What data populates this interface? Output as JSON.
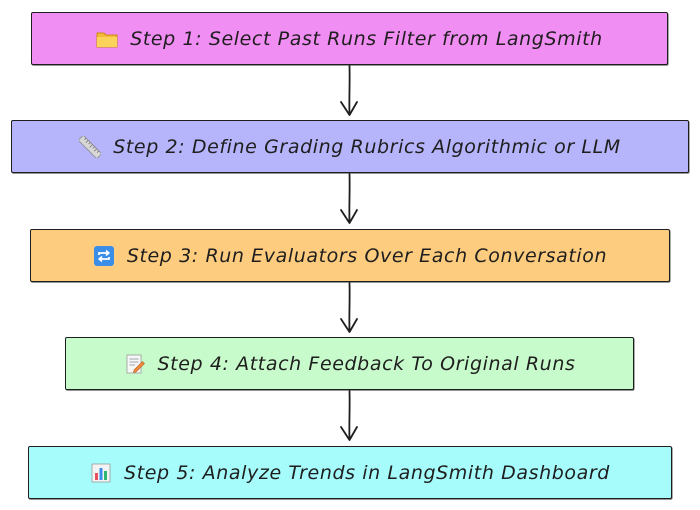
{
  "steps": [
    {
      "label": "Step 1: Select Past Runs Filter from LangSmith",
      "icon": "folder-icon",
      "color": "#f18ef3"
    },
    {
      "label": "Step 2: Define Grading Rubrics Algorithmic or LLM",
      "icon": "ruler-icon",
      "color": "#b6b4fa"
    },
    {
      "label": "Step 3: Run Evaluators Over Each Conversation",
      "icon": "repeat-icon",
      "color": "#fdcc7e"
    },
    {
      "label": "Step 4: Attach Feedback To Original Runs",
      "icon": "memo-icon",
      "color": "#c8fbcb"
    },
    {
      "label": "Step 5: Analyze Trends in LangSmith Dashboard",
      "icon": "bar-chart-icon",
      "color": "#a6fbfb"
    }
  ]
}
